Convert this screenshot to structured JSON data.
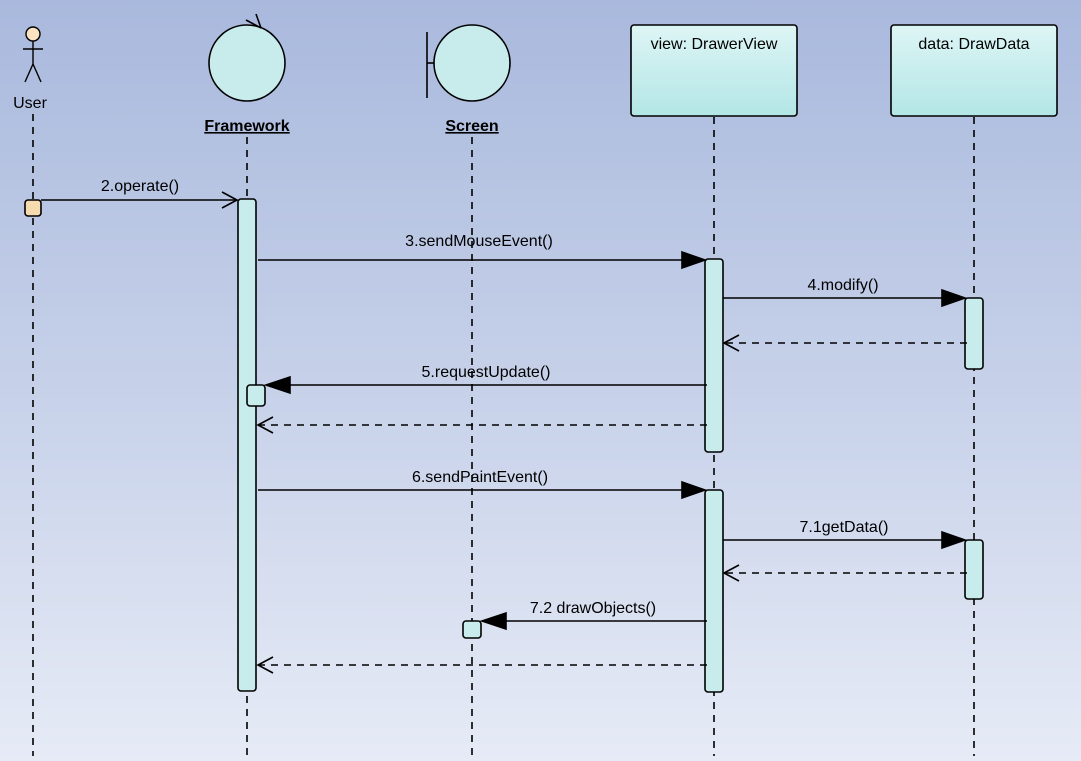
{
  "diagram": {
    "type": "sequence",
    "participants": [
      {
        "id": "user",
        "label": "User",
        "kind": "actor"
      },
      {
        "id": "framework",
        "label": "Framework",
        "kind": "control"
      },
      {
        "id": "screen",
        "label": "Screen",
        "kind": "boundary"
      },
      {
        "id": "view",
        "label": "view: DrawerView",
        "kind": "object"
      },
      {
        "id": "data",
        "label": "data: DrawData",
        "kind": "object"
      }
    ],
    "messages": [
      {
        "id": "m2",
        "from": "user",
        "to": "framework",
        "label": "2.operate()",
        "kind": "call"
      },
      {
        "id": "m3",
        "from": "framework",
        "to": "view",
        "label": "3.sendMouseEvent()",
        "kind": "call"
      },
      {
        "id": "m4",
        "from": "view",
        "to": "data",
        "label": "4.modify()",
        "kind": "call"
      },
      {
        "id": "r4",
        "from": "data",
        "to": "view",
        "label": "",
        "kind": "return"
      },
      {
        "id": "m5",
        "from": "view",
        "to": "framework",
        "label": "5.requestUpdate()",
        "kind": "call"
      },
      {
        "id": "r5",
        "from": "view",
        "to": "framework",
        "label": "",
        "kind": "return"
      },
      {
        "id": "m6",
        "from": "framework",
        "to": "view",
        "label": "6.sendPaintEvent()",
        "kind": "call"
      },
      {
        "id": "m71",
        "from": "view",
        "to": "data",
        "label": "7.1getData()",
        "kind": "call"
      },
      {
        "id": "r71",
        "from": "data",
        "to": "view",
        "label": "",
        "kind": "return"
      },
      {
        "id": "m72",
        "from": "view",
        "to": "screen",
        "label": "7.2 drawObjects()",
        "kind": "call"
      },
      {
        "id": "r6",
        "from": "view",
        "to": "framework",
        "label": "",
        "kind": "return"
      }
    ],
    "colors": {
      "node_fill": "#c8ecec",
      "line": "#000000",
      "actor_fill": "#fbe3c2",
      "actor_activation": "#f6dbb0"
    }
  }
}
